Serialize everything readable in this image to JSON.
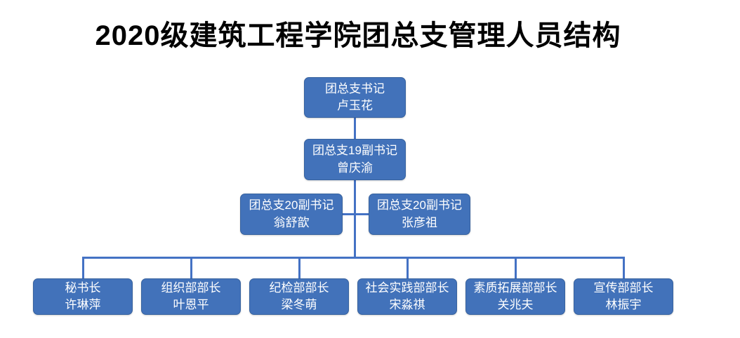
{
  "title": "2020级建筑工程学院团总支管理人员结构",
  "colors": {
    "background": "#FFFFFF",
    "title_text": "#000000",
    "box_fill": "#4272BA",
    "box_border": "#38639F",
    "box_text": "#FFFFFF",
    "connector": "#4472C4"
  },
  "org_chart": {
    "type": "org-chart",
    "root": {
      "role": "团总支书记",
      "name": "卢玉花"
    },
    "deputy19": {
      "role": "团总支19副书记",
      "name": "曾庆渝"
    },
    "deputies20": [
      {
        "role": "团总支20副书记",
        "name": "翁舒歆"
      },
      {
        "role": "团总支20副书记",
        "name": "张彦祖"
      }
    ],
    "departments": [
      {
        "role": "秘书长",
        "name": "许琳萍"
      },
      {
        "role": "组织部部长",
        "name": "叶恩平"
      },
      {
        "role": "纪检部部长",
        "name": "梁冬萌"
      },
      {
        "role": "社会实践部部长",
        "name": "宋淼祺"
      },
      {
        "role": "素质拓展部部长",
        "name": "关兆夫"
      },
      {
        "role": "宣传部部长",
        "name": "林振宇"
      }
    ]
  }
}
